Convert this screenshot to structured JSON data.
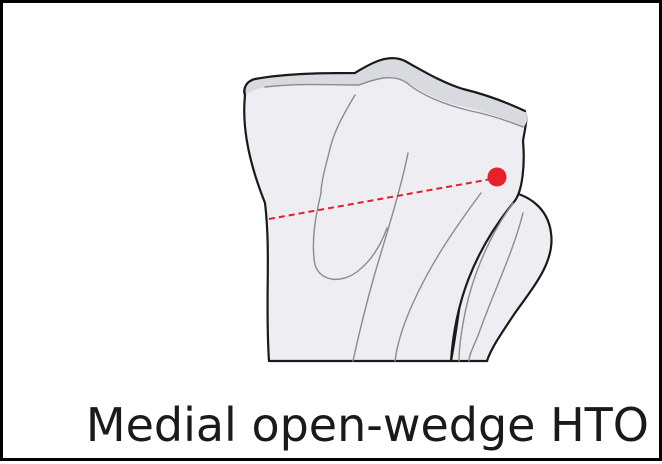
{
  "caption": "Medial open-wedge HTO",
  "colors": {
    "bone_fill": "#eeeef2",
    "bone_shade": "#d9dae0",
    "outline": "#1a1a1a",
    "inner_line": "#8a8a90",
    "osteotomy_line": "#e0202a",
    "hinge_point": "#e8202a",
    "frame_border": "#000000",
    "caption_text": "#1a1a1a"
  },
  "icons": {
    "hinge": "red-dot",
    "cut": "dashed-line"
  }
}
